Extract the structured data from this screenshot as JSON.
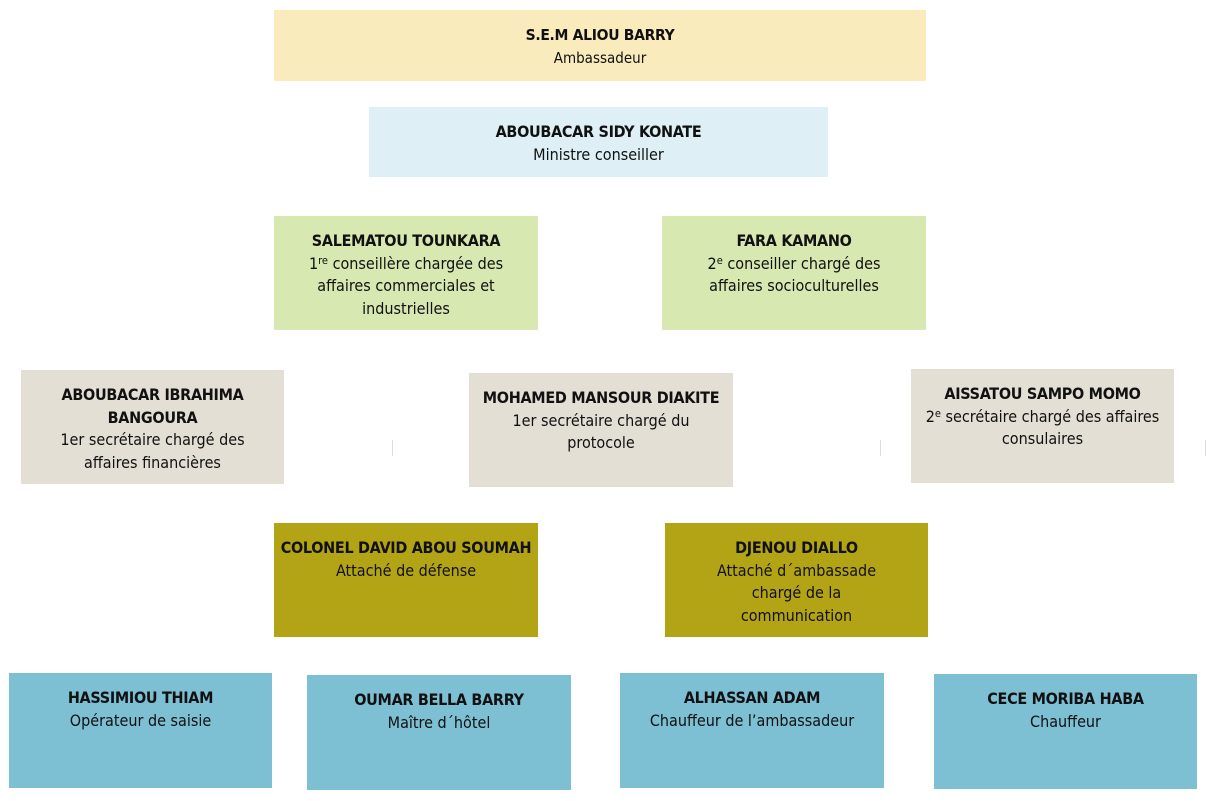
{
  "nodes": [
    {
      "name": "S.E.M ALIOU BARRY",
      "role": "Ambassadeur",
      "color": "#faebbd"
    },
    {
      "name": "ABOUBACAR SIDY KONATE",
      "role": "Ministre conseiller",
      "color": "#deeff6"
    },
    {
      "name": "SALEMATOU TOUNKARA",
      "role_prefix": "1",
      "role_sup": "re",
      "role_text": " conseillère chargée des affaires commerciales et industrielles",
      "color": "#d7e8b1"
    },
    {
      "name": "FARA KAMANO",
      "role_prefix": "2",
      "role_sup": "e",
      "role_text": " conseiller chargé des affaires socioculturelles",
      "color": "#d7e8b1"
    },
    {
      "name": "ABOUBACAR IBRAHIMA BANGOURA",
      "role": "1er secrétaire chargé des affaires financières",
      "color": "#e4dfd5"
    },
    {
      "name": "MOHAMED MANSOUR DIAKITE",
      "role": "1er secrétaire chargé du protocole",
      "color": "#e4dfd5"
    },
    {
      "name": "AISSATOU SAMPO MOMO",
      "role_prefix": "2",
      "role_sup": "e",
      "role_text": " secrétaire chargé des affaires consulaires",
      "color": "#e4dfd5"
    },
    {
      "name": "COLONEL DAVID ABOU SOUMAH",
      "role": "Attaché de défense",
      "color": "#b3a416"
    },
    {
      "name": "DJENOU DIALLO",
      "role": "Attaché d´ambassade chargé de la communication",
      "color": "#b3a416"
    },
    {
      "name": "HASSIMIOU THIAM",
      "role": "Opérateur de saisie",
      "color": "#7dbfd3"
    },
    {
      "name": "OUMAR BELLA BARRY",
      "role": "Maître d´hôtel",
      "color": "#7dbfd3"
    },
    {
      "name": "ALHASSAN ADAM",
      "role": "Chauffeur de l’ambassadeur",
      "color": "#7dbfd3"
    },
    {
      "name": "CECE MORIBA HABA",
      "role": "Chauffeur",
      "color": "#7dbfd3"
    }
  ]
}
